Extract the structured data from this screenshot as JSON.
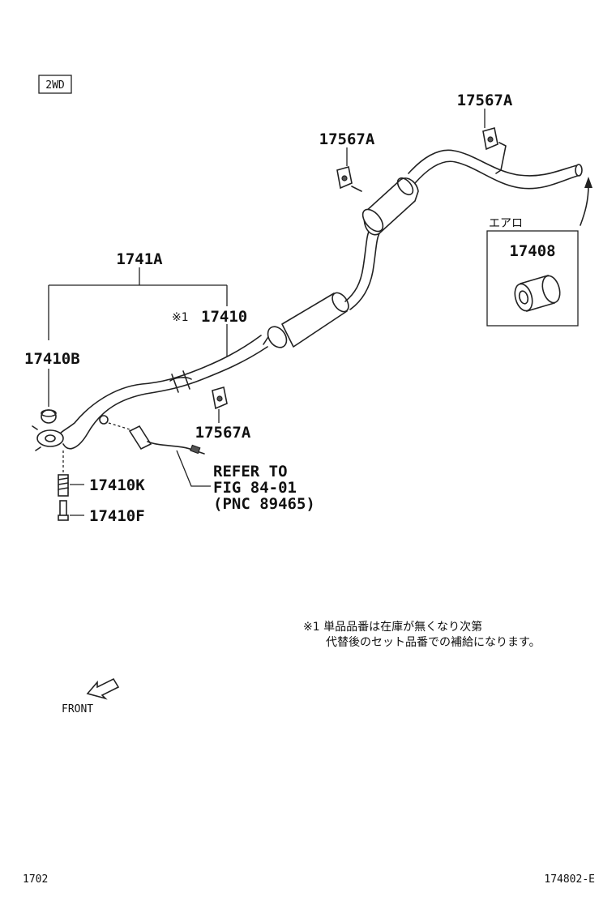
{
  "badge": "2WD",
  "callouts": {
    "c17567a_top": "17567A",
    "c17567a_mid": "17567A",
    "c17567a_low": "17567A",
    "c1741a": "1741A",
    "c17410_mark": "※1",
    "c17410": "17410",
    "c17410b": "17410B",
    "c17410k": "17410K",
    "c17410f": "17410F",
    "c17408": "17408"
  },
  "aero_label": "エアロ",
  "refer": {
    "line1": "REFER TO",
    "line2": "FIG 84-01",
    "line3": "(PNC 89465)"
  },
  "note": {
    "line1": "※1 単品品番は在庫が無くなり次第",
    "line2": "代替後のセット品番での補給になります。"
  },
  "front_label": "FRONT",
  "footer": {
    "left": "1702",
    "right": "174802-E"
  }
}
